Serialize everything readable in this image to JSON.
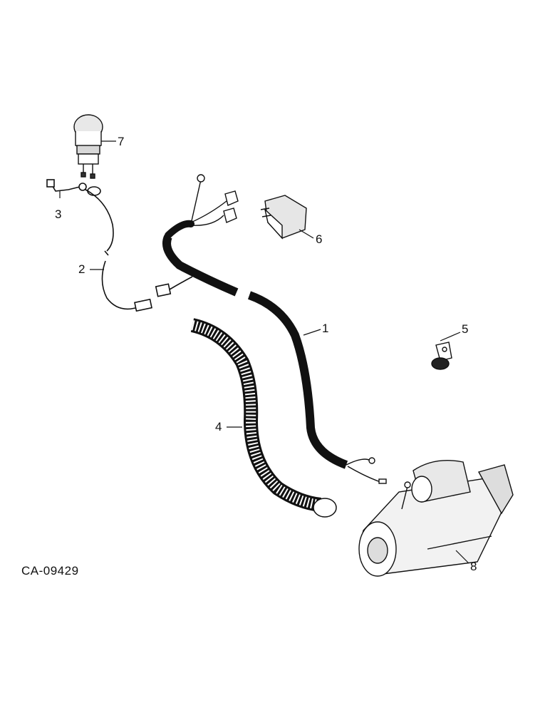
{
  "figure_code": "CA-09429",
  "callouts": {
    "c1": "1",
    "c2": "2",
    "c3": "3",
    "c4": "4",
    "c5": "5",
    "c6": "6",
    "c7": "7",
    "c8": "8"
  },
  "colors": {
    "ink": "#111111",
    "paper": "#ffffff",
    "shade": "#cfcfcf"
  }
}
